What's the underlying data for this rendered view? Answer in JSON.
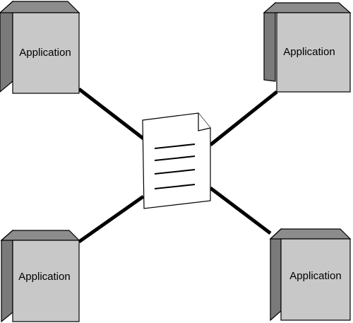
{
  "diagram": {
    "colors": {
      "box_face": "#c8c8c8",
      "box_side": "#7a7a7a",
      "box_top": "#8c8c8c",
      "outline": "#000000",
      "document": "#ffffff",
      "connector": "#000000"
    },
    "center": {
      "icon": "document-icon"
    },
    "applications": [
      {
        "id": "top-left",
        "label": "Application",
        "icon": "server-box-icon"
      },
      {
        "id": "top-right",
        "label": "Application",
        "icon": "server-box-icon"
      },
      {
        "id": "bottom-left",
        "label": "Application",
        "icon": "server-box-icon"
      },
      {
        "id": "bottom-right",
        "label": "Application",
        "icon": "server-box-icon"
      }
    ]
  }
}
